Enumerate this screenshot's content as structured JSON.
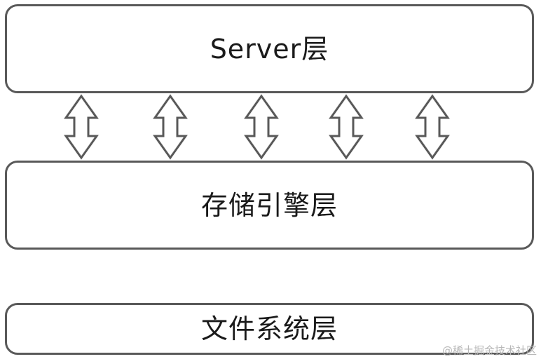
{
  "diagram": {
    "layers": {
      "server": "Server层",
      "storage_engine": "存储引擎层",
      "file_system": "文件系统层"
    },
    "connector_count": 5
  },
  "watermark": "@稀土掘金技术社区",
  "colors": {
    "stroke": "#595959",
    "fill": "#ffffff",
    "text": "#1a1a1a",
    "watermark": "#b8b8b8"
  }
}
